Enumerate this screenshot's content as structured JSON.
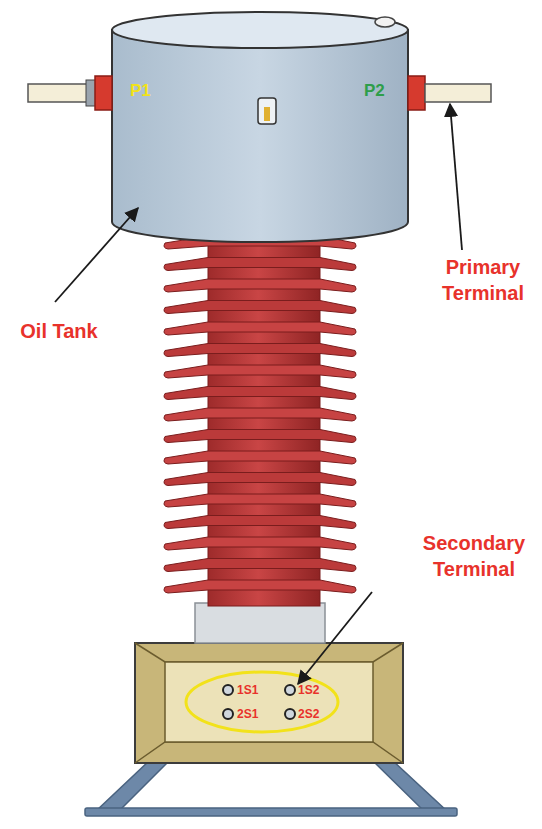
{
  "diagram": {
    "labels": [
      "P1",
      "P2",
      "Oil Tank",
      "Primary Terminal",
      "Secondary Terminal",
      "1S1",
      "1S2",
      "2S1",
      "2S2"
    ]
  }
}
